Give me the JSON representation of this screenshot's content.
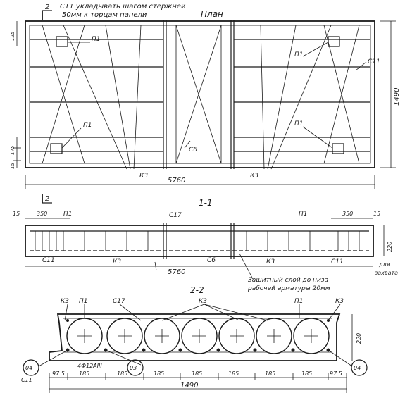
{
  "labels": {
    "note_line1": "С11 укладывать шагом стержней",
    "note_line2": "50мм к торцам панели",
    "plan": "План",
    "section_11": "1-1",
    "section_22": "2-2",
    "cut_mark": "2",
    "p1": "П1",
    "c11": "С11",
    "c6": "С6",
    "c17": "С17",
    "k3": "К3",
    "protect_line1": "Защитный слой до низа",
    "protect_line2": "рабочей арматуры 20мм",
    "grip1": "для",
    "grip2": "захвата",
    "o4": "04",
    "o3": "03",
    "rebar_spec": "4Ф12АIII"
  },
  "dims": {
    "plan_len": "5760",
    "plan_w": "1490",
    "plan_125": "125",
    "plan_175": "175",
    "plan_15": "15",
    "sec_15": "15",
    "sec_350": "350",
    "sec_220": "220",
    "sec_len": "5760",
    "w_975": "97.5",
    "w_185": "185",
    "w_total": "1490",
    "w_220": "220"
  }
}
